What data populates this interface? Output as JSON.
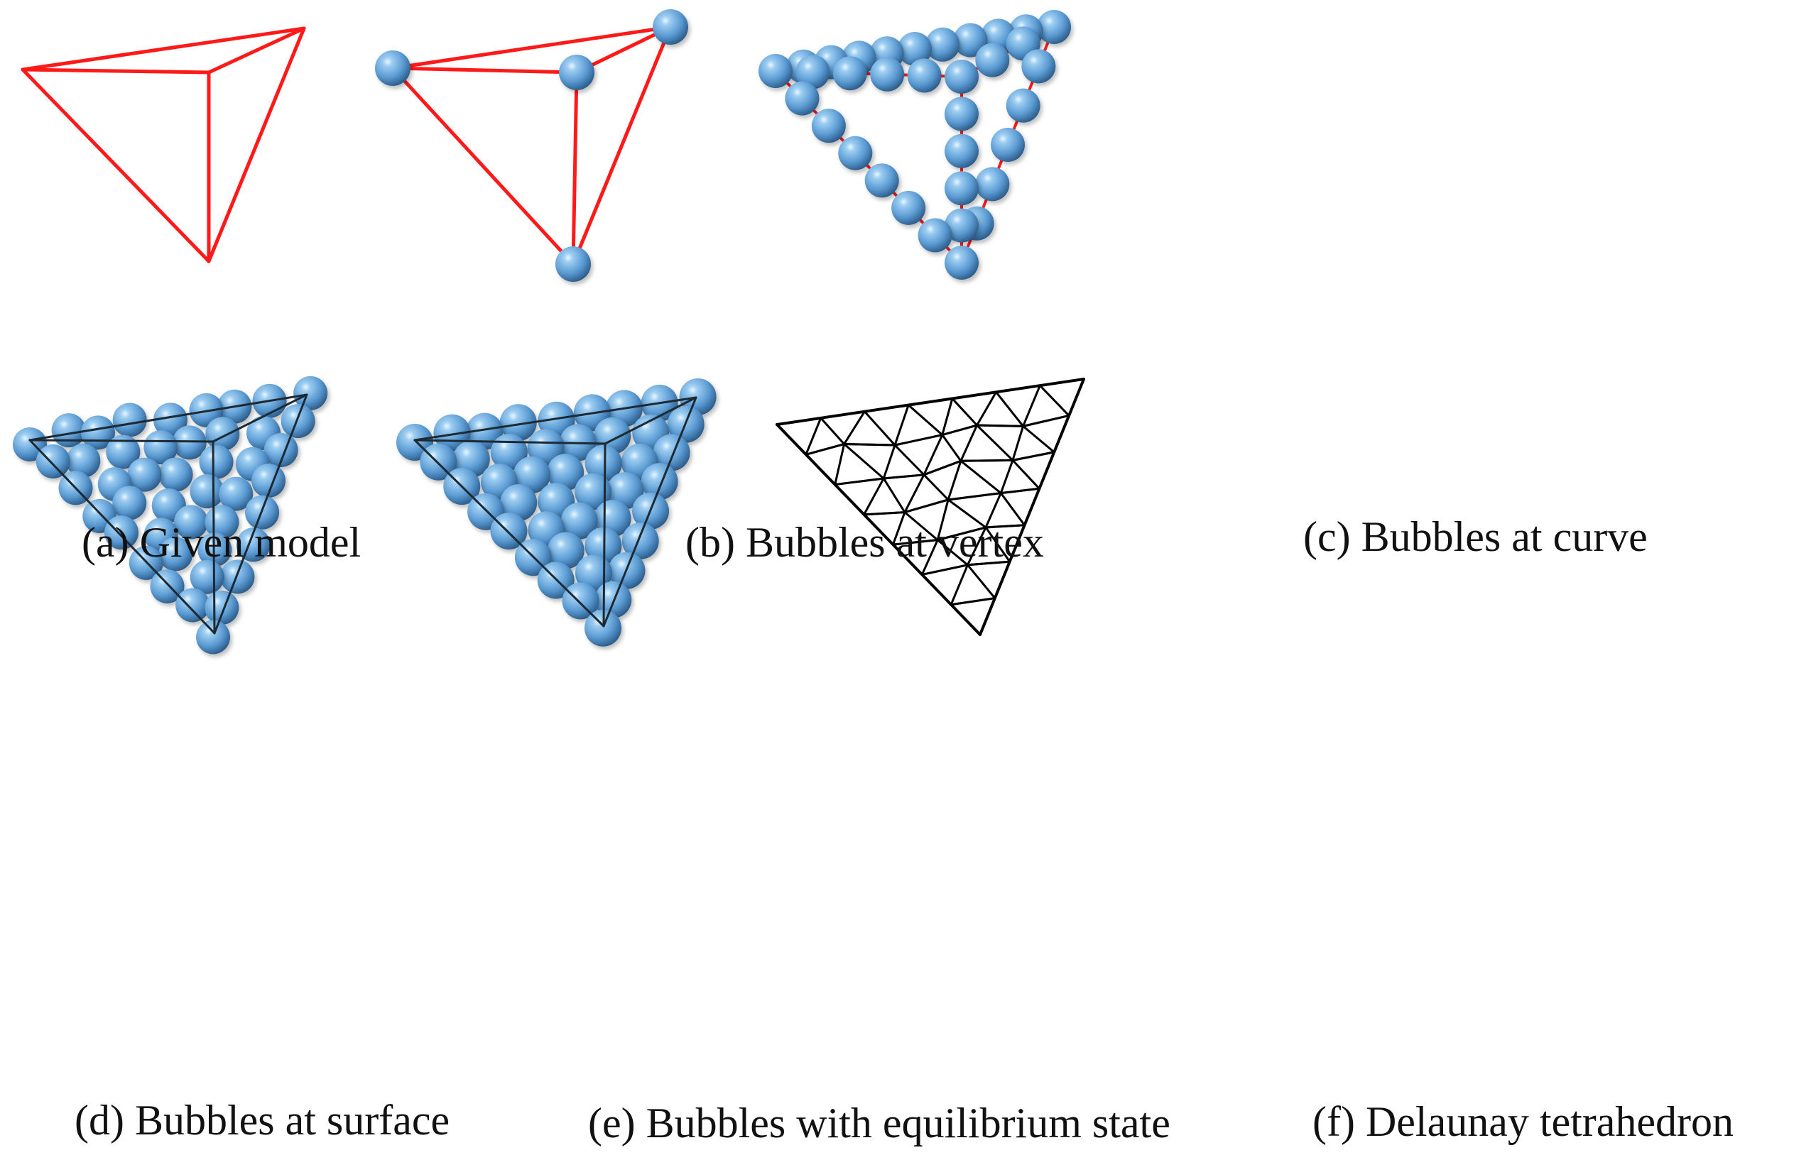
{
  "colors": {
    "model_edge": "#ff1a1a",
    "bubble_light": "#bfe3ff",
    "bubble_mid": "#5f9fd6",
    "bubble_dark": "#2c5f8e",
    "mesh_edge": "#000000",
    "wire_edge": "#1e2a33",
    "background": "#ffffff"
  },
  "panels": [
    {
      "id": "a",
      "caption": "(a)  Given model"
    },
    {
      "id": "b",
      "caption": "(b) Bubbles at vertex"
    },
    {
      "id": "c",
      "caption": "(c) Bubbles at curve"
    },
    {
      "id": "d",
      "caption": "(d)  Bubbles at surface"
    },
    {
      "id": "e",
      "caption": "(e) Bubbles with equilibrium state"
    },
    {
      "id": "f",
      "caption": "(f) Delaunay tetrahedron"
    }
  ]
}
